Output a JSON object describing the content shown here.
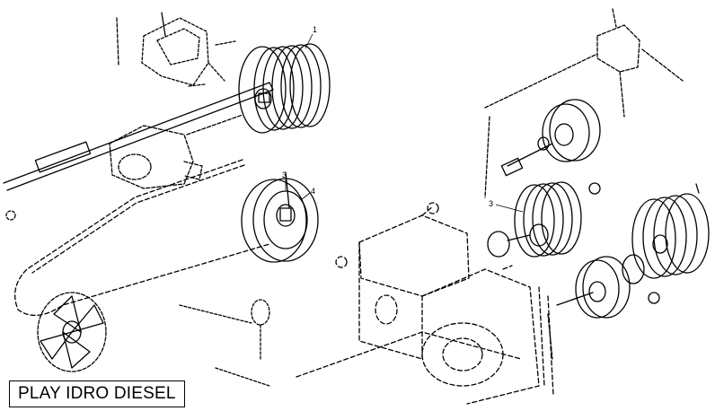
{
  "caption": {
    "text": "PLAY IDRO DIESEL"
  },
  "callouts": {
    "pulley_top": "1",
    "bolt": "3",
    "pulley_mid": "4",
    "pulley_right": "3"
  },
  "colors": {
    "line": "#000000",
    "background": "#ffffff"
  }
}
